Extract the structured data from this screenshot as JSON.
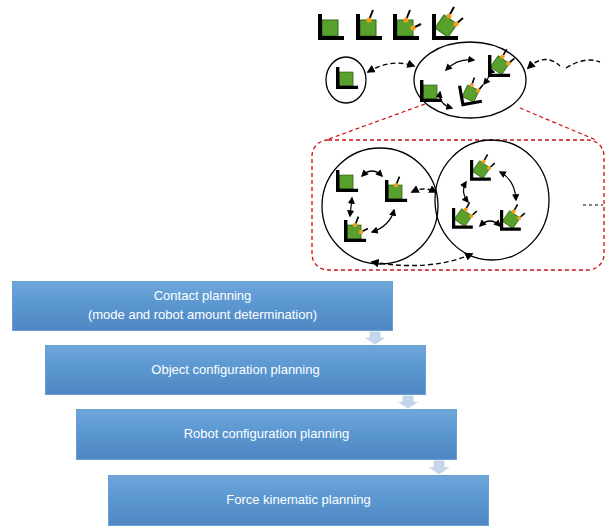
{
  "diagram": {
    "nodes": [
      {
        "text": [
          "Contact planning",
          "(mode and robot amount determination)"
        ]
      },
      {
        "text": [
          "Object configuration planning"
        ]
      },
      {
        "text": [
          "Robot configuration planning"
        ]
      },
      {
        "text": [
          "Force kinematic planning"
        ]
      }
    ],
    "edges": [
      {
        "from": 0,
        "to": 1,
        "arrow": "to"
      },
      {
        "from": 1,
        "to": 2,
        "arrow": "to"
      },
      {
        "from": 2,
        "to": 3,
        "arrow": "to"
      }
    ]
  }
}
